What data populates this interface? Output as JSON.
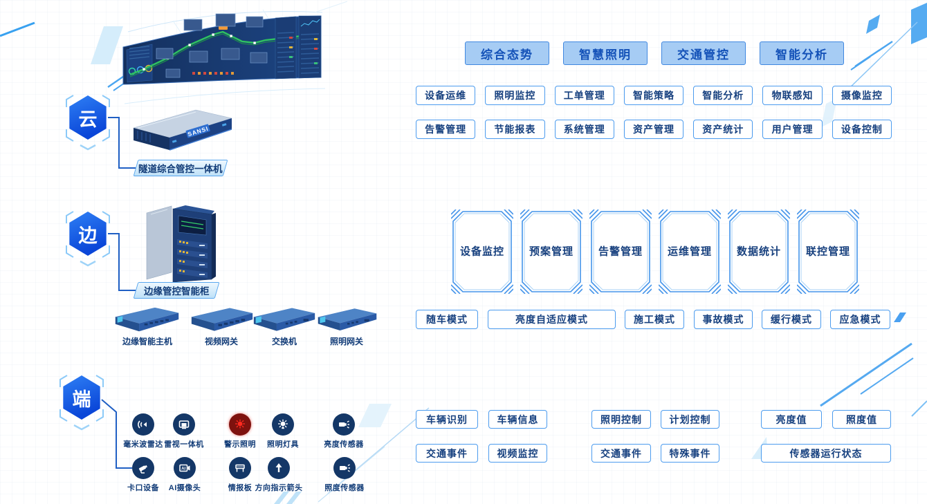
{
  "colors": {
    "accent": "#2f7ef2",
    "tab_fill": "#a6ccf4",
    "tab_border": "#3f87e0",
    "tab_text": "#1452b8",
    "button_border": "#4b9bee",
    "button_text": "#16407f",
    "badge_blue_dark": "#0a46d8",
    "badge_blue_light": "#2f80f5",
    "warning_red": "#7e120e",
    "route_green": "#2fc35f",
    "screen_navy": "#17356a"
  },
  "cloud": {
    "badge": "云",
    "server_logo": "SANSI",
    "device_label": "隧道综合管控一体机",
    "tabs": [
      "综合态势",
      "智慧照明",
      "交通管控",
      "智能分析"
    ],
    "features_row1": [
      "设备运维",
      "照明监控",
      "工单管理",
      "智能策略",
      "智能分析",
      "物联感知",
      "摄像监控"
    ],
    "features_row2": [
      "告警管理",
      "节能报表",
      "系统管理",
      "资产管理",
      "资产统计",
      "用户管理",
      "设备控制"
    ]
  },
  "edge": {
    "badge": "边",
    "cabinet_label": "边缘管控智能柜",
    "devices": [
      "边缘智能主机",
      "视频网关",
      "交换机",
      "照明网关"
    ],
    "modules": [
      "设备监控",
      "预案管理",
      "告警管理",
      "运维管理",
      "数据统计",
      "联控管理"
    ],
    "modes": [
      "随车模式",
      "亮度自适应模式",
      "施工模式",
      "事故模式",
      "缓行模式",
      "应急模式"
    ]
  },
  "terminal": {
    "badge": "端",
    "row1": [
      {
        "label": "毫米波雷达",
        "icon": "radar-icon"
      },
      {
        "label": "雷视一体机",
        "icon": "radar-camera-icon"
      },
      {
        "label": "警示照明",
        "icon": "warning-light-icon"
      },
      {
        "label": "照明灯具",
        "icon": "lamp-icon"
      },
      {
        "label": "亮度传感器",
        "icon": "luminance-sensor-icon"
      }
    ],
    "row2": [
      {
        "label": "卡口设备",
        "icon": "checkpoint-camera-icon"
      },
      {
        "label": "AI摄像头",
        "icon": "ai-camera-icon",
        "icon_text": "AI"
      },
      {
        "label": "情报板",
        "icon": "message-board-icon"
      },
      {
        "label": "方向指示箭头",
        "icon": "direction-arrow-icon"
      },
      {
        "label": "照度传感器",
        "icon": "illuminance-sensor-icon"
      }
    ],
    "groups": {
      "traffic": [
        "车辆识别",
        "车辆信息",
        "交通事件",
        "视频监控"
      ],
      "lighting": [
        "照明控制",
        "计划控制",
        "交通事件",
        "特殊事件"
      ],
      "sensing": [
        "亮度值",
        "照度值",
        "传感器运行状态"
      ]
    }
  }
}
